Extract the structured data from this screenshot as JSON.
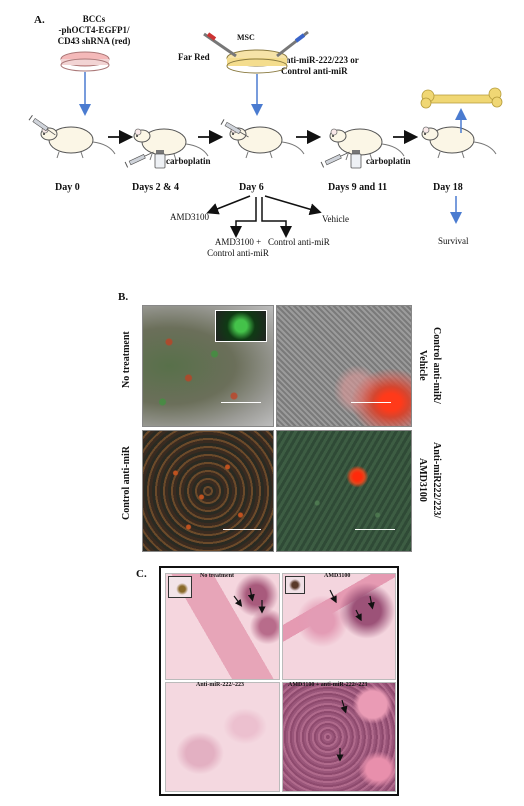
{
  "panelA": {
    "label": "A.",
    "bccs_line1": "BCCs",
    "bccs_line2": "-phOCT4-EGFP1/",
    "bccs_line3": "CD43 shRNA (red)",
    "msc": "MSC",
    "far_red": "Far Red",
    "anti_line1": "anti-miR-222/223 or",
    "anti_line2": "Control anti-miR",
    "carboplatin_1": "carboplatin",
    "carboplatin_2": "carboplatin",
    "day0": "Day 0",
    "day2": "Days 2 & 4",
    "day6": "Day 6",
    "day9": "Days 9 and 11",
    "day18": "Day 18",
    "amd": "AMD3100",
    "vehicle": "Vehicle",
    "amd_ctrl_line1": "AMD3100 +",
    "amd_ctrl_line2": "Control anti-miR",
    "ctrl_anti": "Control anti-miR",
    "survival": "Survival"
  },
  "panelB": {
    "label": "B.",
    "left_top": "No treatment",
    "left_bottom": "Control anti-miR",
    "right_top_line1": "Control anti-miR/",
    "right_top_line2": "Vehicle",
    "right_bottom_line1": "Anti-miR222/223/",
    "right_bottom_line2": "AMD3100"
  },
  "panelC": {
    "label": "C.",
    "tl": "No treatment",
    "tr": "AMD3100",
    "bl": "Anti-miR-222/-223",
    "br": "AMD3100 + anti-miR-222/-223"
  },
  "colors": {
    "arrow_blue": "#4a7bd0",
    "dish_pink": "#f4b9b9",
    "bone": "#f0d774",
    "histo_pink": "#f3c6d2"
  }
}
